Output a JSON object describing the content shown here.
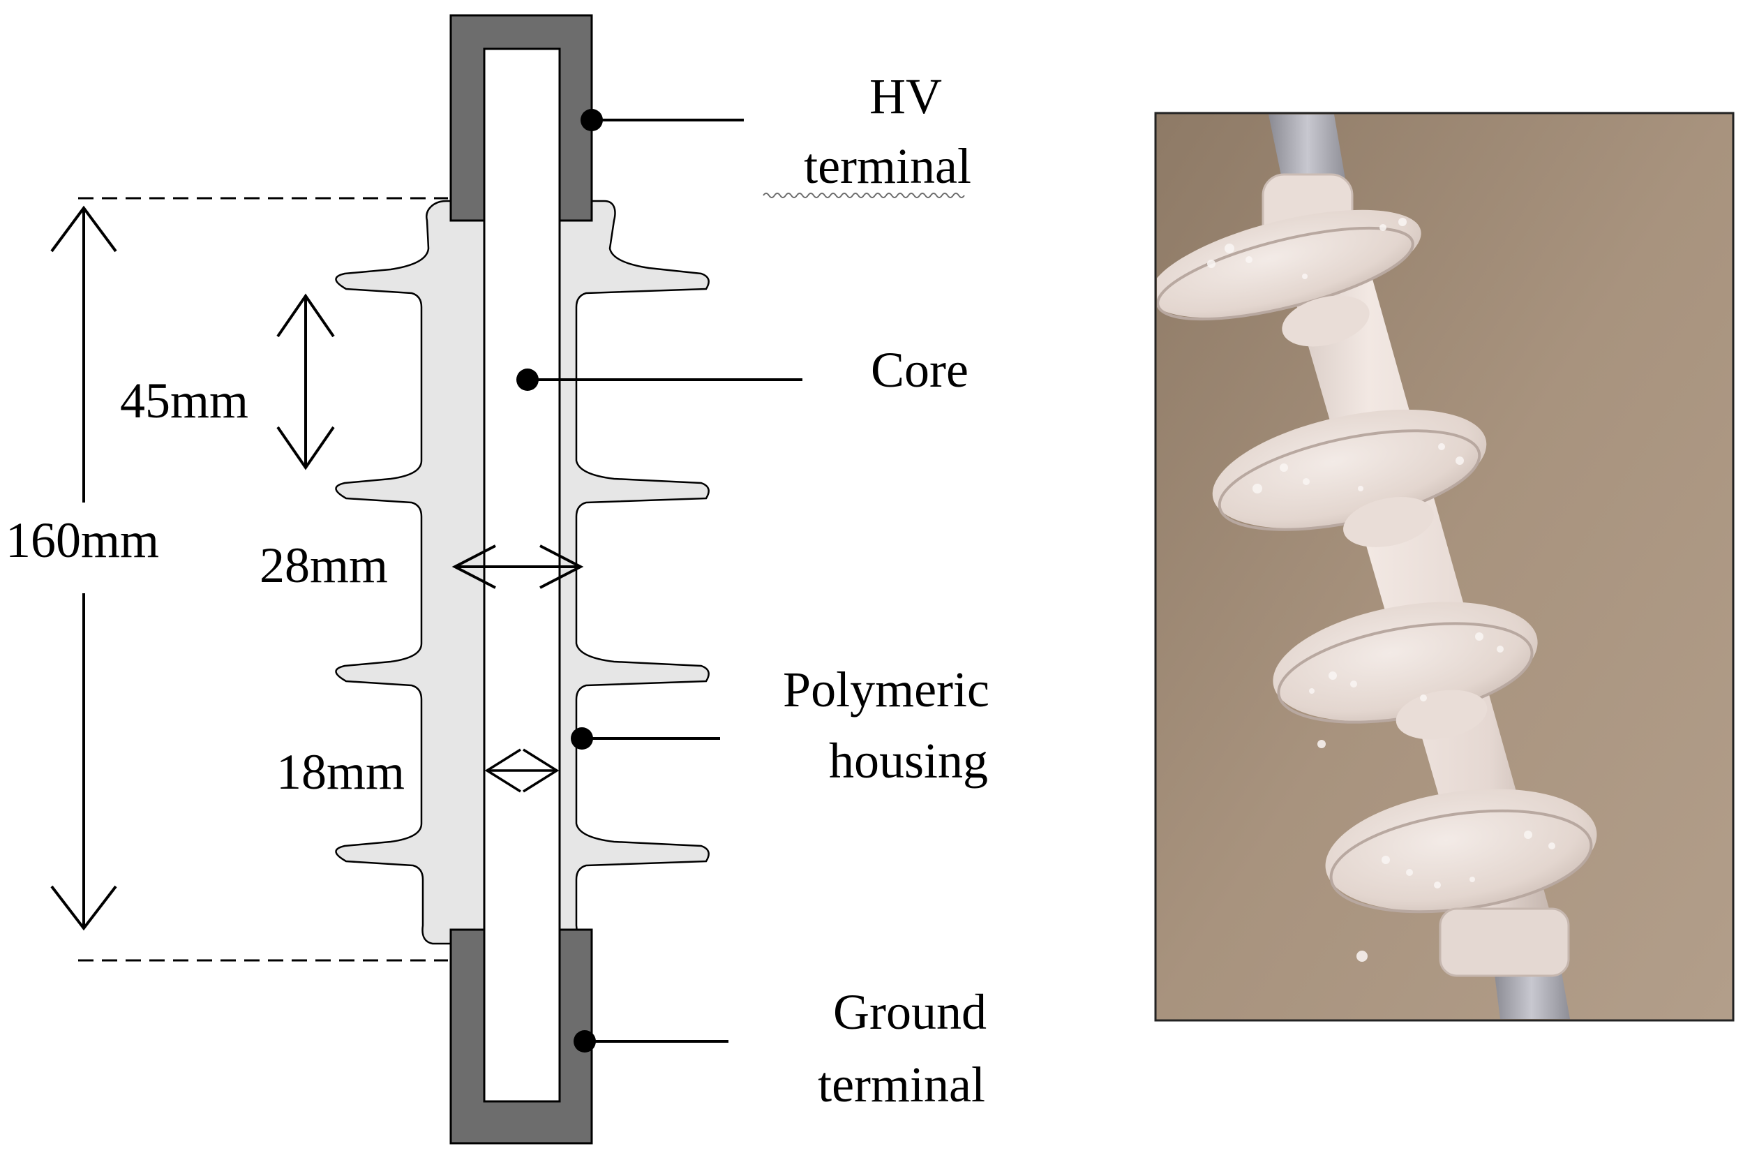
{
  "labels": {
    "hv_line1": "HV",
    "hv_line2": "terminal",
    "core": "Core",
    "housing_line1": "Polymeric",
    "housing_line2": "housing",
    "ground_line1": "Ground",
    "ground_line2": "terminal"
  },
  "dimensions": {
    "total_height": "160mm",
    "shed_spacing": "45mm",
    "housing_diameter": "28mm",
    "core_diameter": "18mm"
  },
  "colors": {
    "terminal": "#6d6d6d",
    "housing": "#e6e6e6",
    "core": "#ffffff",
    "photo_background": "#a08c78",
    "photo_insulator": "#e8dcd6",
    "photo_rod": "#b4b4bc"
  }
}
